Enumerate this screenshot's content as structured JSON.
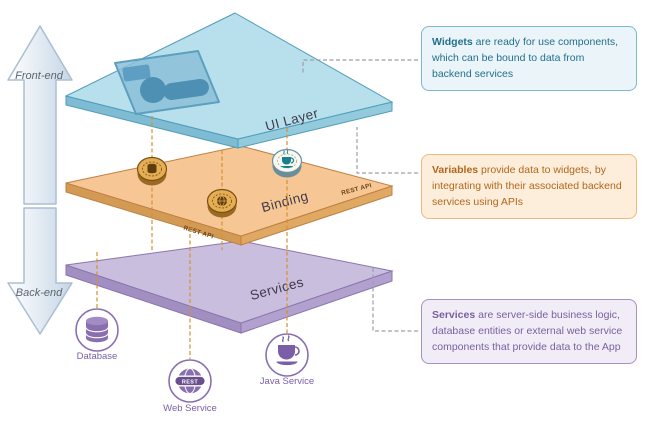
{
  "arrows": {
    "front_label": "Front-end",
    "back_label": "Back-end"
  },
  "layers": [
    {
      "label": "UI Layer",
      "color": "#b7e0ec"
    },
    {
      "label": "Binding",
      "color": "#f6c795"
    },
    {
      "label": "Services",
      "color": "#cabede"
    }
  ],
  "rest_api_label": "REST API",
  "coins": [
    {
      "name": "database-variable-coin"
    },
    {
      "name": "web-service-variable-coin"
    },
    {
      "name": "java-variable-coin"
    }
  ],
  "backend_services": [
    {
      "label": "Database"
    },
    {
      "label": "Web Service",
      "badge": "REST"
    },
    {
      "label": "Java Service"
    }
  ],
  "callouts": [
    {
      "lead": "Widgets",
      "text": " are ready for use components, which can be bound to data from backend services",
      "color": "#23708e"
    },
    {
      "lead": "Variables",
      "text": " provide data to widgets, by integrating with their associated backend services using APIs",
      "color": "#b3661a"
    },
    {
      "lead": "Services",
      "text": " are server-side business logic, database entities or external web service components that provide data to the App",
      "color": "#7a5fa0"
    }
  ]
}
